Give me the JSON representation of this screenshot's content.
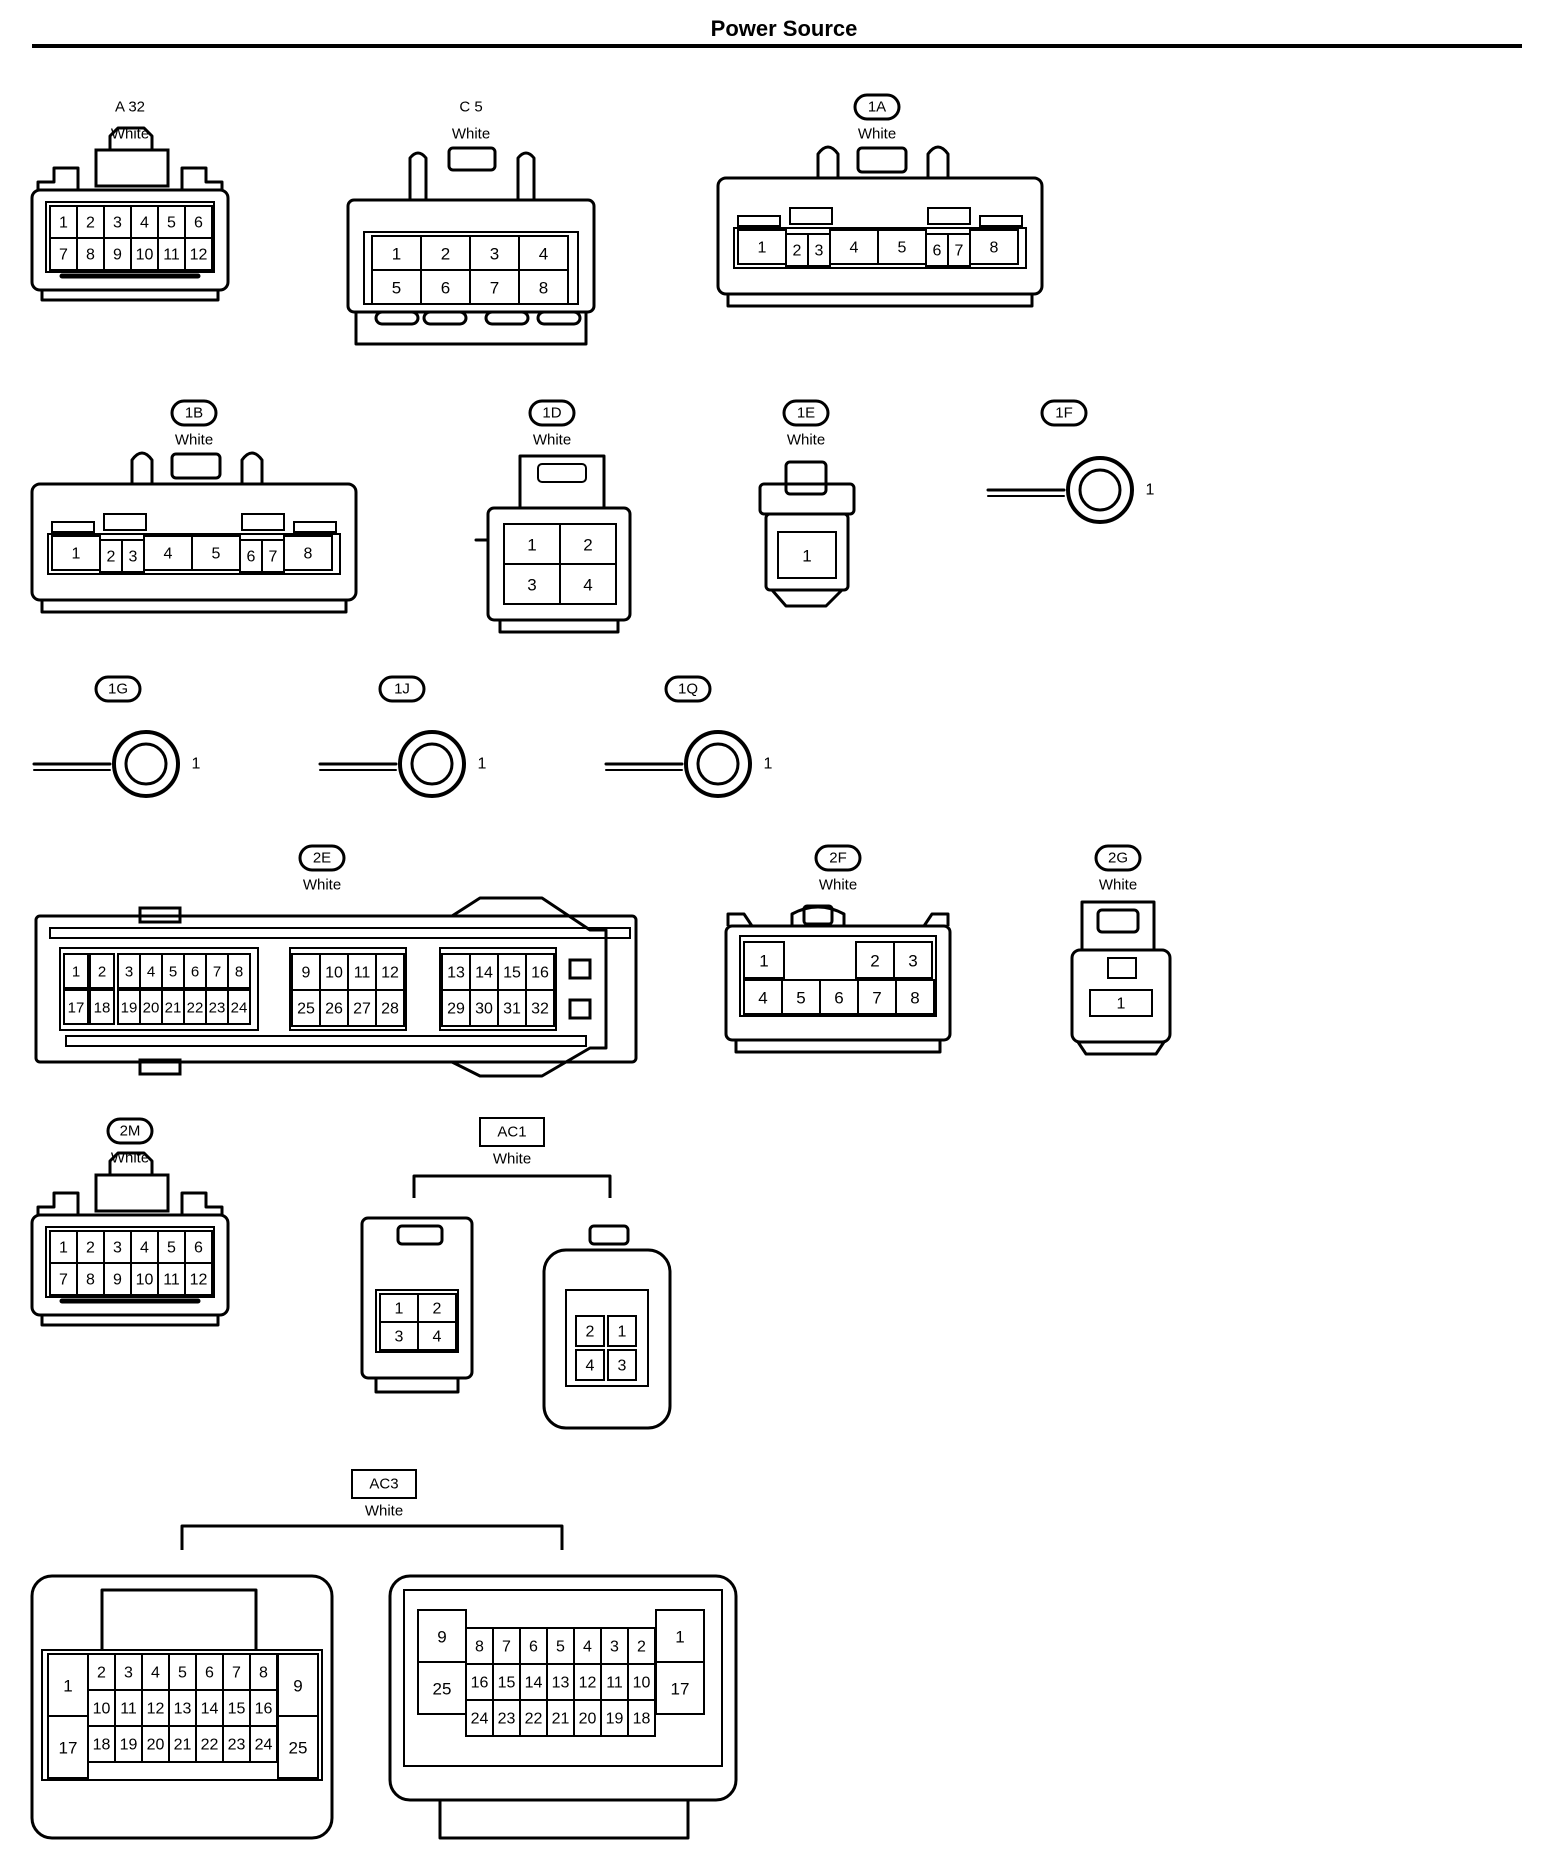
{
  "page": {
    "title": "Power Source"
  },
  "connectors": [
    {
      "id": "A 32",
      "color": "White",
      "label_style": "plain",
      "pins": [
        "1",
        "2",
        "3",
        "4",
        "5",
        "6",
        "7",
        "8",
        "9",
        "10",
        "11",
        "12"
      ]
    },
    {
      "id": "C 5",
      "color": "White",
      "label_style": "plain",
      "pins": [
        "1",
        "2",
        "3",
        "4",
        "5",
        "6",
        "7",
        "8"
      ]
    },
    {
      "id": "1A",
      "color": "White",
      "label_style": "oval",
      "pins": [
        "1",
        "2",
        "3",
        "4",
        "5",
        "6",
        "7",
        "8"
      ]
    },
    {
      "id": "1B",
      "color": "White",
      "label_style": "oval",
      "pins": [
        "1",
        "2",
        "3",
        "4",
        "5",
        "6",
        "7",
        "8"
      ]
    },
    {
      "id": "1D",
      "color": "White",
      "label_style": "oval",
      "pins": [
        "1",
        "2",
        "3",
        "4"
      ]
    },
    {
      "id": "1E",
      "color": "White",
      "label_style": "oval",
      "pins": [
        "1"
      ]
    },
    {
      "id": "1F",
      "color": "",
      "label_style": "oval",
      "pins": [
        "1"
      ]
    },
    {
      "id": "1G",
      "color": "",
      "label_style": "oval",
      "pins": [
        "1"
      ]
    },
    {
      "id": "1J",
      "color": "",
      "label_style": "oval",
      "pins": [
        "1"
      ]
    },
    {
      "id": "1Q",
      "color": "",
      "label_style": "oval",
      "pins": [
        "1"
      ]
    },
    {
      "id": "2E",
      "color": "White",
      "label_style": "oval",
      "pins": [
        "1",
        "2",
        "3",
        "4",
        "5",
        "6",
        "7",
        "8",
        "9",
        "10",
        "11",
        "12",
        "13",
        "14",
        "15",
        "16",
        "17",
        "18",
        "19",
        "20",
        "21",
        "22",
        "23",
        "24",
        "25",
        "26",
        "27",
        "28",
        "29",
        "30",
        "31",
        "32"
      ]
    },
    {
      "id": "2F",
      "color": "White",
      "label_style": "oval",
      "pins": [
        "1",
        "2",
        "3",
        "4",
        "5",
        "6",
        "7",
        "8"
      ]
    },
    {
      "id": "2G",
      "color": "White",
      "label_style": "oval",
      "pins": [
        "1"
      ]
    },
    {
      "id": "2M",
      "color": "White",
      "label_style": "oval",
      "pins": [
        "1",
        "2",
        "3",
        "4",
        "5",
        "6",
        "7",
        "8",
        "9",
        "10",
        "11",
        "12"
      ]
    },
    {
      "id": "AC1",
      "color": "White",
      "label_style": "box",
      "pins": [
        "1",
        "2",
        "3",
        "4"
      ]
    },
    {
      "id": "AC3",
      "color": "White",
      "label_style": "box",
      "pins": [
        "1",
        "2",
        "3",
        "4",
        "5",
        "6",
        "7",
        "8",
        "9",
        "10",
        "11",
        "12",
        "13",
        "14",
        "15",
        "16",
        "17",
        "18",
        "19",
        "20",
        "21",
        "22",
        "23",
        "24",
        "25"
      ]
    }
  ]
}
